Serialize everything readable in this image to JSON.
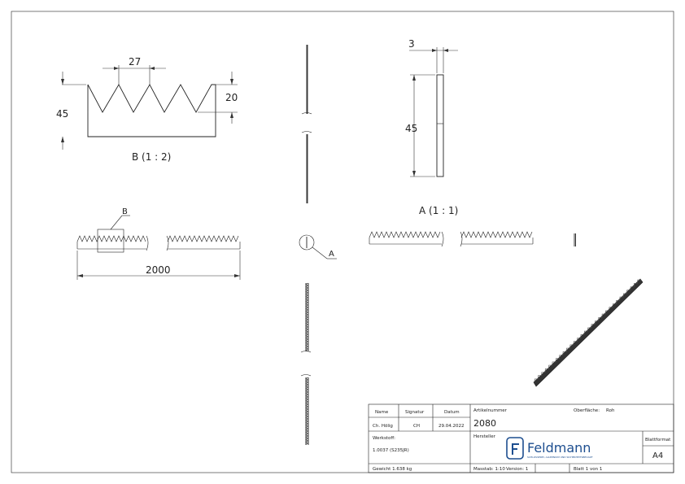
{
  "drawing": {
    "detail_b": {
      "title": "B (1 : 2)",
      "pitch": "27",
      "height": "45",
      "tooth_height": "20"
    },
    "detail_a": {
      "title": "A (1 : 1)",
      "thickness": "3",
      "height": "45"
    },
    "main_view": {
      "length": "2000",
      "label_b": "B",
      "label_a": "A"
    }
  },
  "title_block": {
    "name_header": "Name",
    "signatur_header": "Signatur",
    "datum_header": "Datum",
    "name_value": "Ch. Hölig",
    "signatur_value": "CH",
    "datum_value": "29.04.2022",
    "artikelnummer_label": "Artikelnummer",
    "artikelnummer_value": "2080",
    "oberflaeche_label": "Oberfläche:",
    "oberflaeche_value": "Roh",
    "werkstoff_label": "Werkstoff:",
    "werkstoff_value": "1.0037 (S235JR)",
    "hersteller_label": "Hersteller",
    "logo_text": "Feldmann",
    "logo_tagline": "SCHLOSSEREI, ALUMINIUM UND SICHERHEITSBEDARF",
    "blattformat_label": "Blattformat",
    "blattformat_value": "A4",
    "gewicht": "Gewicht 1.638 kg",
    "massstab": "Masstab: 1:10",
    "version": "Version: 1",
    "blatt": "Blatt 1 von 1"
  },
  "colors": {
    "line": "#222222",
    "logo": "#1d4e8f"
  }
}
